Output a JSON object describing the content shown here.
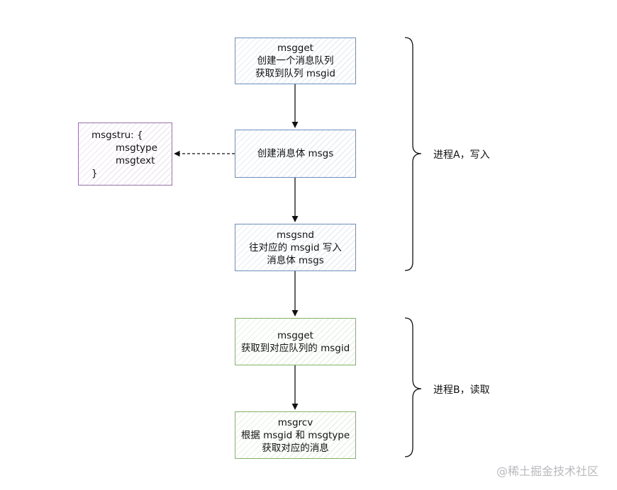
{
  "process_a": {
    "box1": {
      "line1": "msgget",
      "line2": "创建一个消息队列",
      "line3": "获取到队列 msgid"
    },
    "box2": {
      "line1": "创建消息体 msgs"
    },
    "box3": {
      "line1": "msgsnd",
      "line2": "往对应的 msgid 写入",
      "line3": "消息体 msgs"
    },
    "label": "进程A，写入"
  },
  "struct_box": {
    "line1": "msgstru: {",
    "line2": "msgtype",
    "line3": "msgtext",
    "line4": "}"
  },
  "process_b": {
    "box1": {
      "line1": "msgget",
      "line2": "获取到对应队列的 msgid"
    },
    "box2": {
      "line1": "msgrcv",
      "line2": "根据 msgid 和 msgtype",
      "line3": "获取对应的消息"
    },
    "label": "进程B，读取"
  },
  "watermark": "@稀土掘金技术社区",
  "colors": {
    "blue_stroke": "#6c8ebf",
    "green_stroke": "#82b366",
    "purple_stroke": "#9673a6"
  }
}
